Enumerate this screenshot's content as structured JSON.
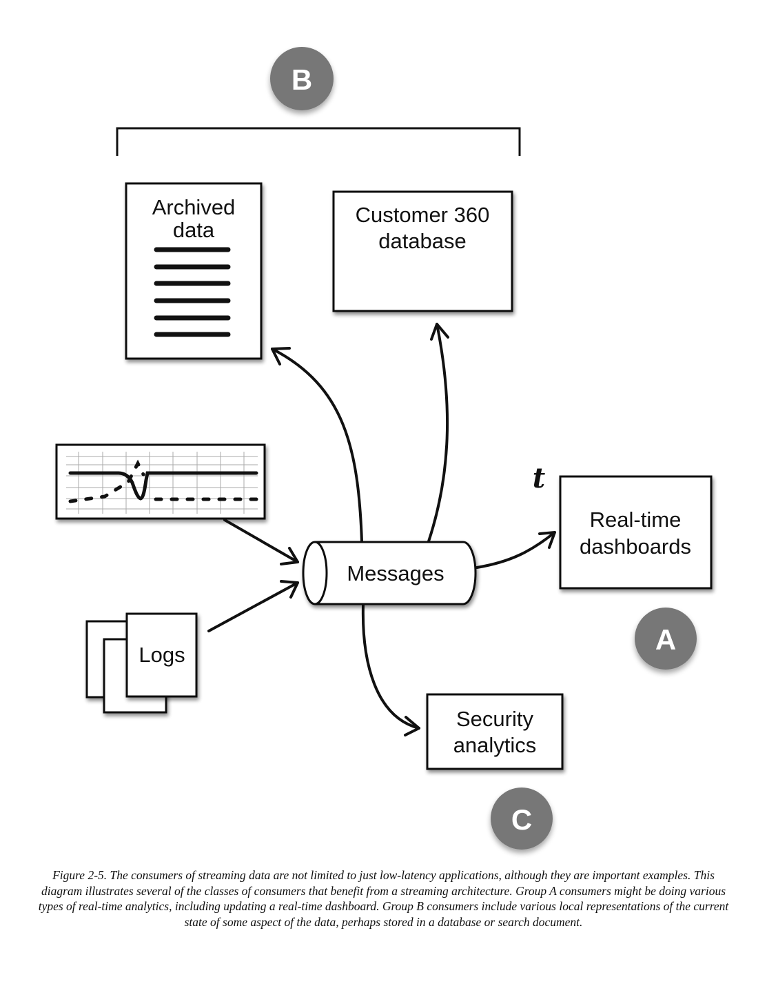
{
  "diagram": {
    "badges": {
      "a": "A",
      "b": "B",
      "c": "C",
      "color": "#777777"
    },
    "nodes": {
      "archived": [
        "Archived",
        "data"
      ],
      "customer360": [
        "Customer 360",
        "database"
      ],
      "messages": "Messages",
      "dashboards": [
        "Real-time",
        "dashboards"
      ],
      "security": [
        "Security",
        "analytics"
      ],
      "logs": "Logs"
    },
    "time_symbol": "t"
  },
  "caption": "Figure 2-5. The consumers of streaming data are not limited to just low-latency applications, although they are important examples. This diagram illustrates several of the classes of consumers that benefit from a streaming architecture. Group A consumers might be doing various types of real-time analytics, including updating a real-time dashboard. Group B consumers include various local representations of the current state of some aspect of the data, perhaps stored in a database or search document."
}
